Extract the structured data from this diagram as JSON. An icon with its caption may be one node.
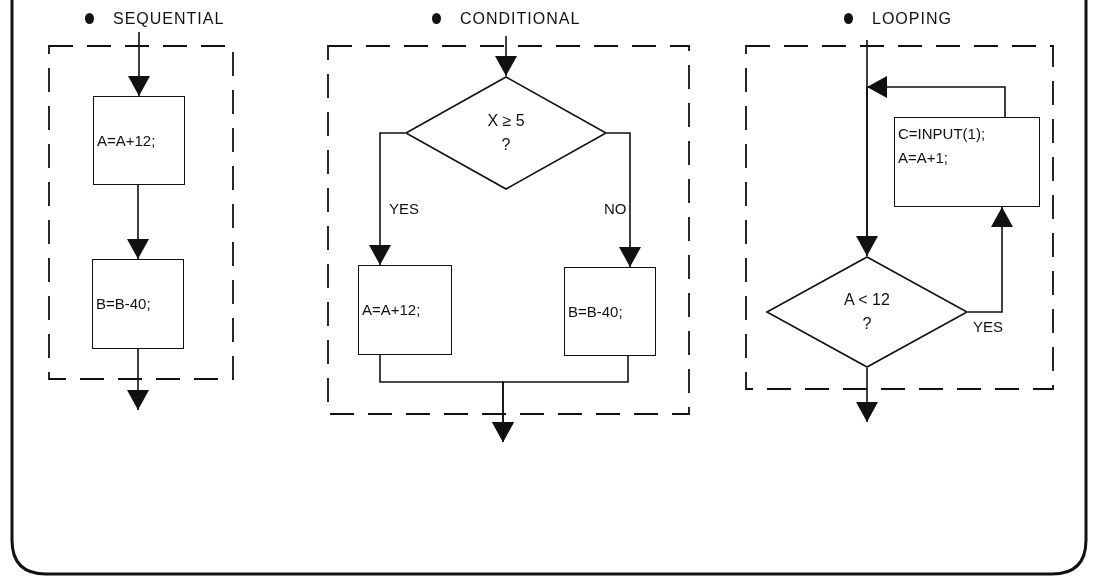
{
  "diagram": {
    "nodes": [
      {
        "text": [
          "SEQUENTIAL"
        ]
      },
      {
        "text": [
          "A=A+12;"
        ],
        "in": 0
      },
      {
        "text": [
          "B=B-40;"
        ],
        "in": 0
      },
      {
        "text": [
          "CONDITIONAL"
        ]
      },
      {
        "text": [
          "X ≥ 5",
          "?"
        ],
        "in": 3
      },
      {
        "text": [
          "A=A+12;"
        ],
        "in": 3
      },
      {
        "text": [
          "B=B-40;"
        ],
        "in": 3
      },
      {
        "text": [
          "LOOPING"
        ]
      },
      {
        "text": [
          "C=INPUT(1);",
          "A=A+1;"
        ],
        "in": 7
      },
      {
        "text": [
          "A < 12",
          "?"
        ],
        "in": 7
      }
    ],
    "edges": [
      {
        "from": null,
        "to": 1,
        "arrow": "to"
      },
      {
        "from": 1,
        "to": 2,
        "arrow": "to"
      },
      {
        "from": 2,
        "to": null,
        "arrow": "to"
      },
      {
        "from": null,
        "to": 4,
        "arrow": "to"
      },
      {
        "from": 4,
        "to": 5,
        "label": "YES",
        "arrow": "to"
      },
      {
        "from": 4,
        "to": 6,
        "label": "NO",
        "arrow": "to"
      },
      {
        "from": 5,
        "to": null,
        "arrow": "to"
      },
      {
        "from": 6,
        "to": null,
        "arrow": "to"
      },
      {
        "from": null,
        "to": 9,
        "arrow": "to"
      },
      {
        "from": 9,
        "to": 8,
        "label": "YES",
        "arrow": "to"
      },
      {
        "from": 8,
        "to": 9,
        "arrow": "to"
      },
      {
        "from": 9,
        "to": null,
        "arrow": "to"
      }
    ]
  }
}
